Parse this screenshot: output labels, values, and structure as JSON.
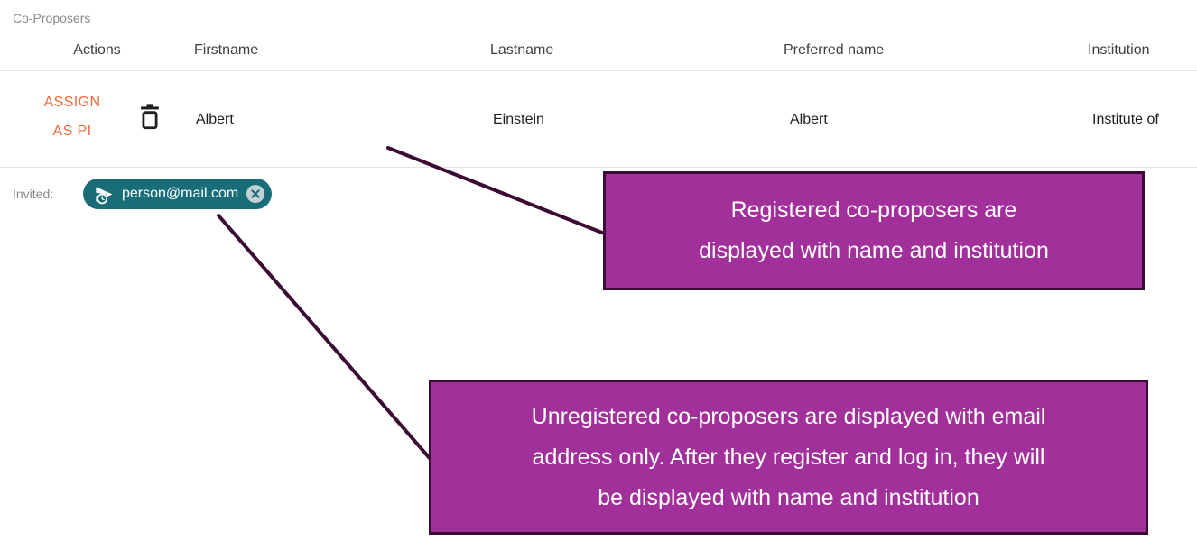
{
  "section": {
    "title": "Co-Proposers"
  },
  "table": {
    "headers": [
      "Actions",
      "Firstname",
      "Lastname",
      "Preferred name",
      "Institution"
    ],
    "row": {
      "assign_button": "ASSIGN AS PI",
      "firstname": "Albert",
      "lastname": "Einstein",
      "preferred_name": "Albert",
      "institution": "Institute of"
    }
  },
  "invited": {
    "label": "Invited:",
    "email": "person@mail.com"
  },
  "icons": {
    "row_delete": "trash-icon",
    "chip_left": "schedule-send-icon",
    "chip_right": "remove-circle-icon"
  },
  "callouts": {
    "registered_lines": [
      "Registered co-proposers are",
      "displayed with name and institution"
    ],
    "unregistered_lines": [
      "Unregistered co-proposers are displayed with email",
      "address only. After they register and log in, they will",
      "be displayed with name and institution"
    ]
  },
  "colors": {
    "accent_orange": "#ee6a3c",
    "chip_teal": "#186d79",
    "callout_fill": "#a2309a",
    "callout_border": "#3c0b34",
    "divider": "#e3e3e3",
    "label_gray": "#8a8a8a",
    "text_dark": "#1f1f1f"
  }
}
